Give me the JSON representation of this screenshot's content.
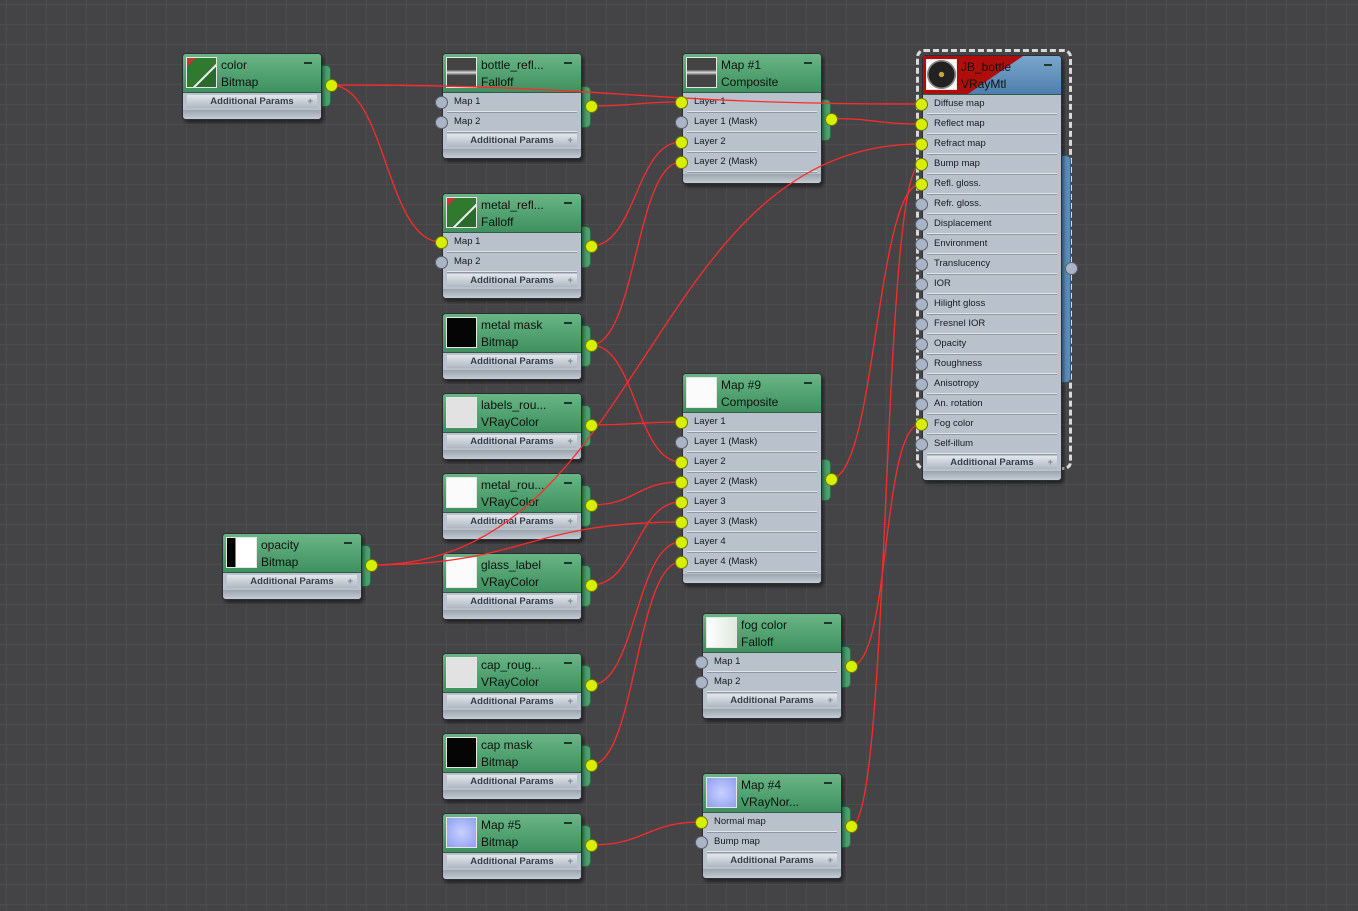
{
  "nodes": [
    {
      "id": "color",
      "title": "color",
      "type": "Bitmap",
      "thumb": "thumb-color",
      "inputs": [],
      "footer": "Additional Params"
    },
    {
      "id": "bottle_refl",
      "title": "bottle_refl...",
      "type": "Falloff",
      "thumb": "thumb-falloff-dark",
      "inputs": [
        "Map 1",
        "Map 2"
      ],
      "footer": "Additional Params"
    },
    {
      "id": "metal_refl",
      "title": "metal_refl...",
      "type": "Falloff",
      "thumb": "thumb-color",
      "inputs": [
        "Map 1",
        "Map 2"
      ],
      "footer": "Additional Params"
    },
    {
      "id": "metal_mask",
      "title": "metal mask",
      "type": "Bitmap",
      "thumb": "thumb-black",
      "inputs": [],
      "footer": "Additional Params"
    },
    {
      "id": "labels_rou",
      "title": "labels_rou...",
      "type": "VRayColor",
      "thumb": "thumb-lightgray",
      "inputs": [],
      "footer": "Additional Params"
    },
    {
      "id": "metal_rou",
      "title": "metal_rou...",
      "type": "VRayColor",
      "thumb": "thumb-white",
      "inputs": [],
      "footer": "Additional Params"
    },
    {
      "id": "glass_label",
      "title": "glass_label",
      "type": "VRayColor",
      "thumb": "thumb-white",
      "inputs": [],
      "footer": "Additional Params"
    },
    {
      "id": "cap_roug",
      "title": "cap_roug...",
      "type": "VRayColor",
      "thumb": "thumb-lightgray",
      "inputs": [],
      "footer": "Additional Params"
    },
    {
      "id": "cap_mask",
      "title": "cap mask",
      "type": "Bitmap",
      "thumb": "thumb-black",
      "inputs": [],
      "footer": "Additional Params"
    },
    {
      "id": "map5",
      "title": "Map #5",
      "type": "Bitmap",
      "thumb": "thumb-normal",
      "inputs": [],
      "footer": "Additional Params"
    },
    {
      "id": "opacity",
      "title": "opacity",
      "type": "Bitmap",
      "thumb": "thumb-opacity",
      "inputs": [],
      "footer": "Additional Params"
    },
    {
      "id": "map1",
      "title": "Map #1",
      "type": "Composite",
      "thumb": "thumb-falloff-dark",
      "inputs": [
        "Layer 1",
        "Layer 1 (Mask)",
        "Layer 2",
        "Layer 2 (Mask)"
      ],
      "footer": ""
    },
    {
      "id": "map9",
      "title": "Map #9",
      "type": "Composite",
      "thumb": "thumb-white",
      "inputs": [
        "Layer 1",
        "Layer 1 (Mask)",
        "Layer 2",
        "Layer 2 (Mask)",
        "Layer 3",
        "Layer 3 (Mask)",
        "Layer 4",
        "Layer 4 (Mask)"
      ],
      "footer": ""
    },
    {
      "id": "fog",
      "title": "fog color",
      "type": "Falloff",
      "thumb": "thumb-fog",
      "inputs": [
        "Map 1",
        "Map 2"
      ],
      "footer": "Additional Params"
    },
    {
      "id": "map4",
      "title": "Map #4",
      "type": "VRayNor...",
      "thumb": "thumb-normal",
      "inputs": [
        "Normal map",
        "Bump map"
      ],
      "footer": "Additional Params"
    },
    {
      "id": "jb_bottle",
      "title": "JB_bottle",
      "type": "VRayMtl",
      "thumb": "thumb-bottle",
      "material": true,
      "inputs": [
        "Diffuse map",
        "Reflect map",
        "Refract map",
        "Bump map",
        "Refl. gloss.",
        "Refr. gloss.",
        "Displacement",
        "Environment",
        "Translucency",
        "IOR",
        "Hilight gloss",
        "Fresnel IOR",
        "Opacity",
        "Roughness",
        "Anisotropy",
        "An. rotation",
        "Fog color",
        "Self-illum"
      ],
      "footer": "Additional Params"
    }
  ],
  "connections": [
    {
      "from": "color",
      "to": "jb_bottle",
      "slot": 0
    },
    {
      "from": "color",
      "to": "metal_refl",
      "slot": 0
    },
    {
      "from": "bottle_refl",
      "to": "map1",
      "slot": 0
    },
    {
      "from": "metal_refl",
      "to": "map1",
      "slot": 2
    },
    {
      "from": "metal_mask",
      "to": "map1",
      "slot": 3
    },
    {
      "from": "metal_mask",
      "to": "map9",
      "slot": 2
    },
    {
      "from": "map1",
      "to": "jb_bottle",
      "slot": 1
    },
    {
      "from": "labels_rou",
      "to": "map9",
      "slot": 0
    },
    {
      "from": "metal_rou",
      "to": "map9",
      "slot": 3
    },
    {
      "from": "opacity",
      "to": "jb_bottle",
      "slot": 2
    },
    {
      "from": "opacity",
      "to": "map9",
      "slot": 5
    },
    {
      "from": "glass_label",
      "to": "map9",
      "slot": 4
    },
    {
      "from": "cap_roug",
      "to": "map9",
      "slot": 6
    },
    {
      "from": "cap_mask",
      "to": "map9",
      "slot": 7
    },
    {
      "from": "map9",
      "to": "jb_bottle",
      "slot": 4
    },
    {
      "from": "fog",
      "to": "jb_bottle",
      "slot": 16
    },
    {
      "from": "map4",
      "to": "jb_bottle",
      "slot": 3
    },
    {
      "from": "map5",
      "to": "map4",
      "slot": 0
    }
  ],
  "colors": {
    "wire": "#ff2a2a",
    "socket_on": "#d8f000",
    "socket_off": "#a9b5c6",
    "node_header": "#4fa06f",
    "material_header": "#5a8cb8"
  }
}
